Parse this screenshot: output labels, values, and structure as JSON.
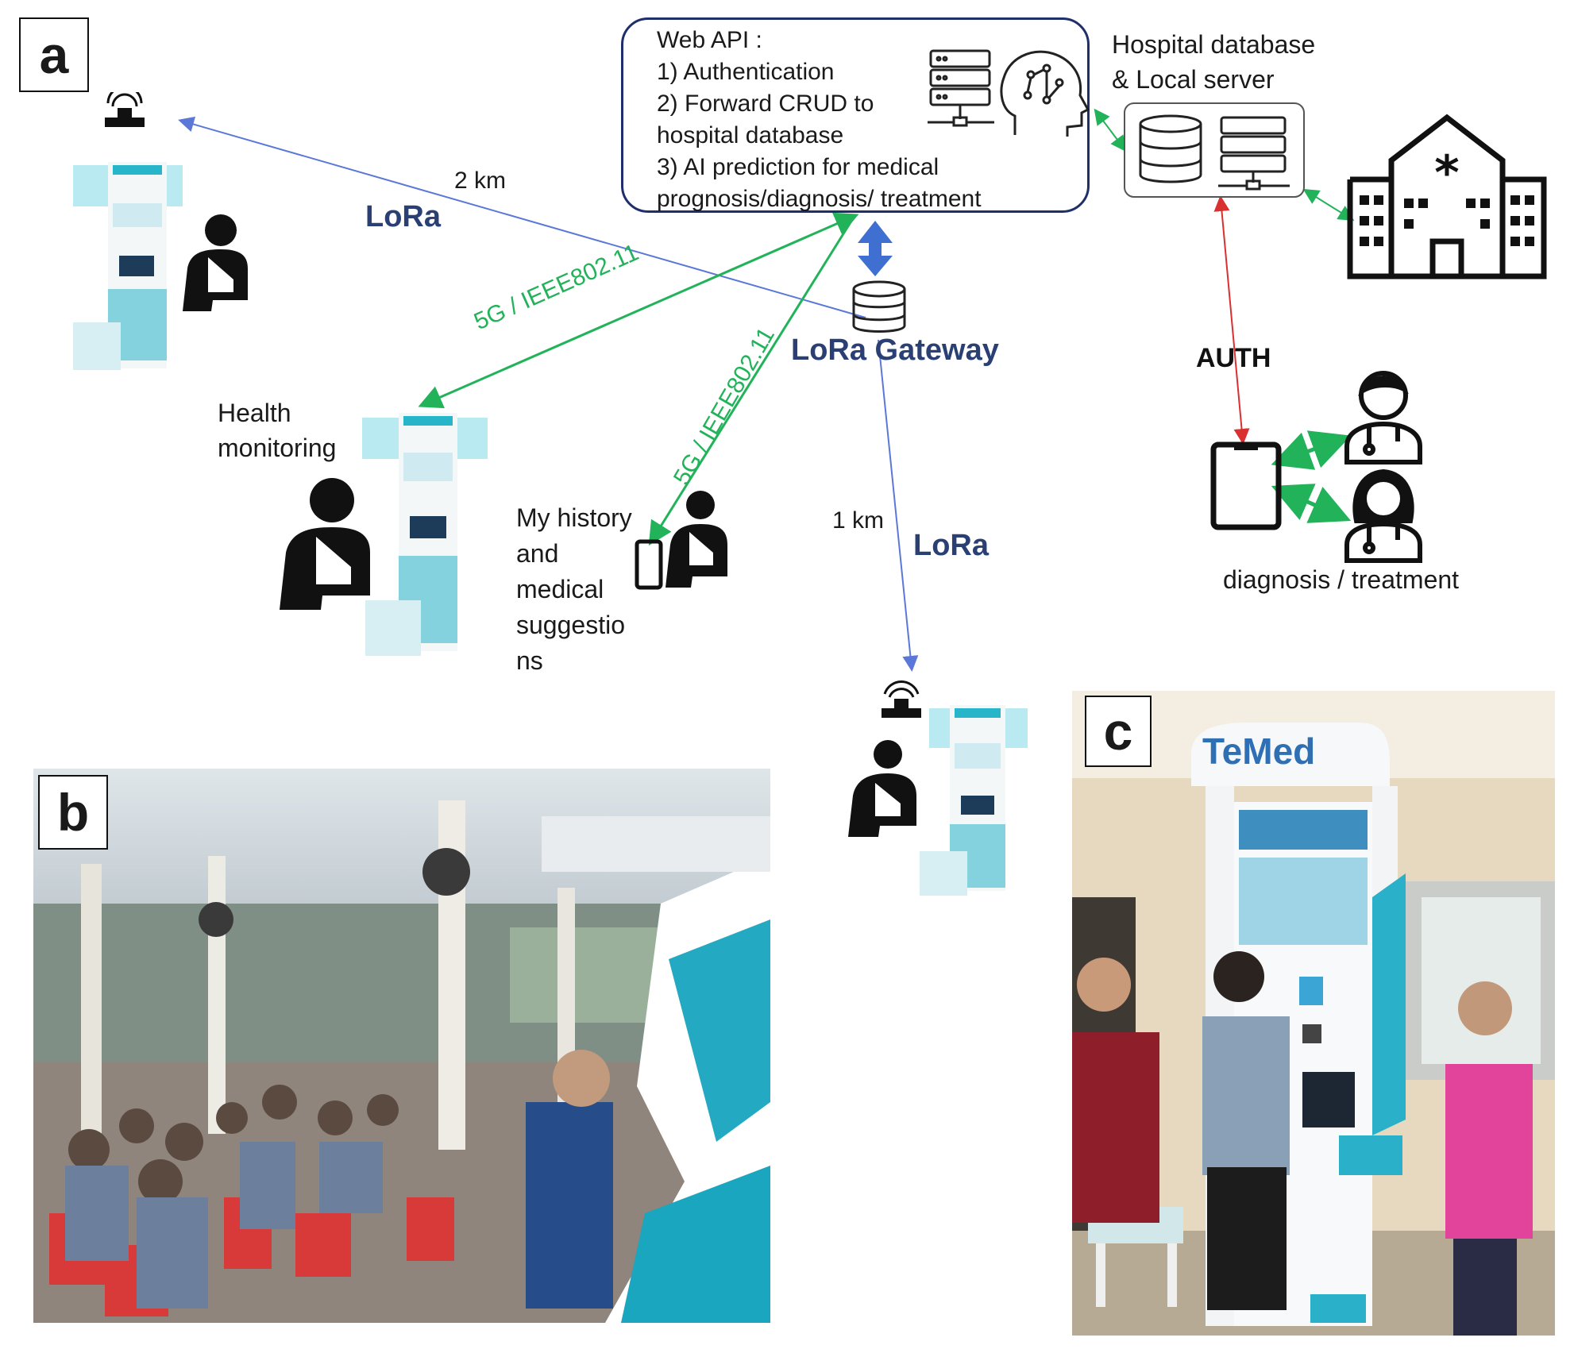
{
  "panels": {
    "a": "a",
    "b": "b",
    "c": "c"
  },
  "web_api": {
    "title": "Web API :",
    "items": [
      "1)   Authentication",
      "2)   Forward CRUD to",
      "hospital database",
      "3) AI prediction for medical",
      "prognosis/diagnosis/ treatment"
    ]
  },
  "hospital": {
    "line1": "Hospital database",
    "line2": "& Local server"
  },
  "links": {
    "dist_2km": "2 km",
    "lora_top": "LoRa",
    "wifi_1": "5G / IEEE802.11",
    "wifi_2": "5G / IEEE802.11",
    "gateway": "LoRa Gateway",
    "dist_1km": "1 km",
    "lora_bottom": "LoRa",
    "auth": "AUTH"
  },
  "labels": {
    "health_1": "Health",
    "health_2": "monitoring",
    "history": [
      "My history",
      "and",
      "medical",
      "suggestio",
      "ns"
    ],
    "diagnosis": "diagnosis / treatment"
  },
  "kiosk_brand": "TeMed",
  "colors": {
    "lora_line": "#5b78d8",
    "wifi_line": "#22b35a",
    "auth_line": "#d93030",
    "api_border": "#1f2f6b",
    "lora_text": "#2a3f73",
    "kiosk_teal": "#27b5c9"
  }
}
